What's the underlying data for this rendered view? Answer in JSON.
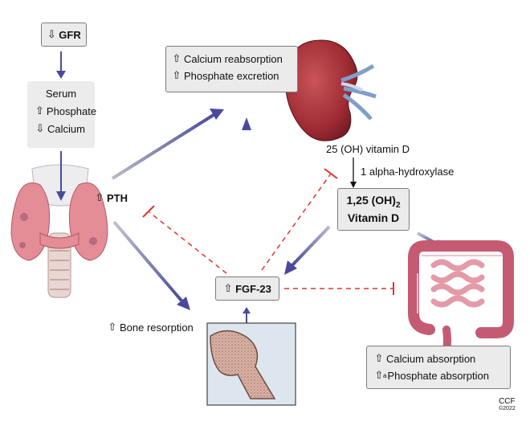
{
  "gfr": {
    "arrow": "⇩",
    "label": "GFR"
  },
  "serum": {
    "title": "Serum",
    "phosphate": {
      "arrow": "⇧",
      "label": "Phosphate"
    },
    "calcium": {
      "arrow": "⇩",
      "label": "Calcium"
    }
  },
  "kidney_effects": {
    "calcium": {
      "arrow": "⇧",
      "label": "Calcium reabsorption"
    },
    "phosphate": {
      "arrow": "⇧",
      "label": "Phosphate excretion"
    }
  },
  "pth": {
    "arrow": "⇧",
    "label": "PTH"
  },
  "vitd_precursor": "25 (OH) vitamin D",
  "enzyme": "1 alpha-hydroxylase",
  "calcitriol": {
    "line1": "1,25 (OH)",
    "subscript": "2",
    "line2": "Vitamin D"
  },
  "fgf23": {
    "arrow": "⇧",
    "label": "FGF-23"
  },
  "bone_resorption": {
    "arrow": "⇧",
    "label": "Bone resorption"
  },
  "gut_effects": {
    "calcium": {
      "arrow": "⇧",
      "label": "Calcium absorption"
    },
    "phosphate": {
      "arrow": "⇧",
      "superscript": "a",
      "label": "Phosphate absorption"
    }
  },
  "credit": {
    "org": "CCF",
    "year": "©2022"
  },
  "colors": {
    "activation": "#4a4a9c",
    "inhibition": "#e0352b",
    "box_fill": "#ebebeb",
    "box_border": "#7d7d7d"
  },
  "icons": {
    "thyroid": "thyroid-illustration",
    "kidney": "kidney-illustration",
    "intestine": "intestine-illustration",
    "bone": "bone-illustration"
  }
}
